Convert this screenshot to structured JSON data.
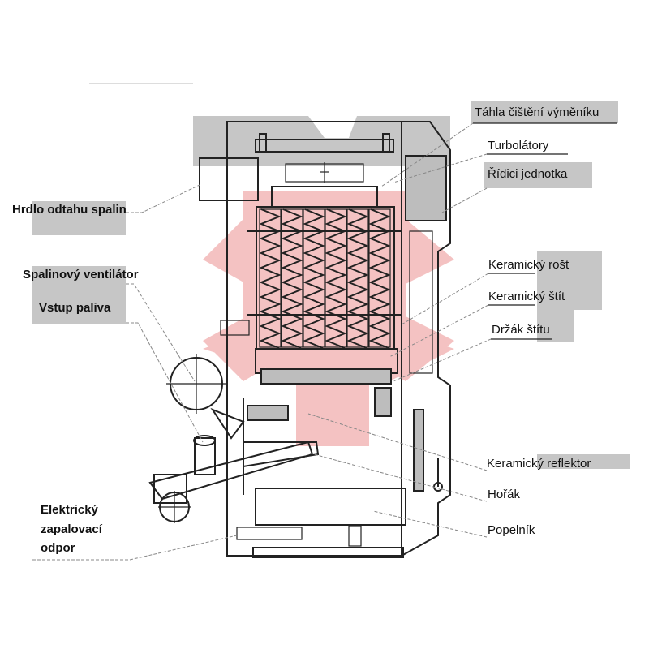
{
  "diagram": {
    "colors": {
      "accent_pink": "#f4c2c2",
      "label_bg": "#c6c6c6",
      "line": "#222222"
    },
    "labels": {
      "cleaning_rods": "Táhla čištění výměníku",
      "turbulators": "Turbolátory",
      "control_unit": "Řídici jednotka",
      "flue_outlet": "Hrdlo odtahu spalin",
      "flue_fan": "Spalinový ventilátor",
      "fuel_inlet": "Vstup paliva",
      "ceramic_grate": "Keramický rošt",
      "ceramic_shield": "Keramický štít",
      "shield_holder": "Držák štítu",
      "ceramic_reflector": "Keramický reflektor",
      "burner": "Hořák",
      "ash_pan": "Popelník",
      "igniter_line1": "Elektrický",
      "igniter_line2": "zapalovací",
      "igniter_line3": "odpor"
    }
  }
}
